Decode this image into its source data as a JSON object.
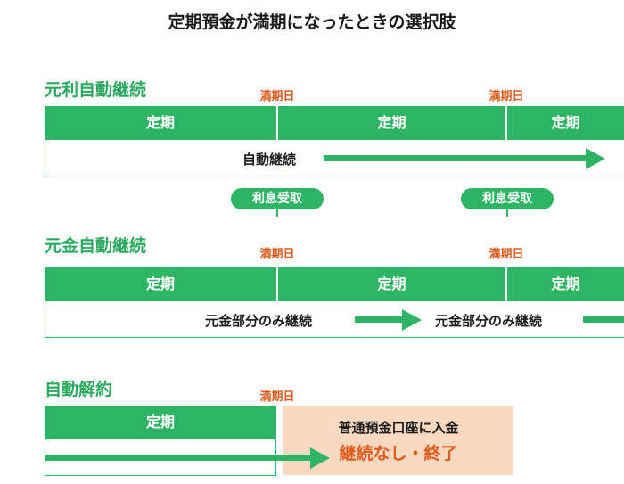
{
  "title": "定期預金が満期になったときの選択肢",
  "maturity_label": "満期日",
  "term_label": "定期",
  "colors": {
    "accent_green": "#2db464",
    "accent_orange": "#e05a1a",
    "peach_fill": "#f8d9bf"
  },
  "sections": [
    {
      "title": "元利自動継続",
      "process_text": "自動継続"
    },
    {
      "title": "元金自動継続",
      "badge": "利息受取",
      "process_text_1": "元金部分のみ継続",
      "process_text_2": "元金部分のみ継続"
    },
    {
      "title": "自動解約",
      "payout_line1": "普通預金口座に入金",
      "payout_line2": "継続なし・終了"
    }
  ]
}
